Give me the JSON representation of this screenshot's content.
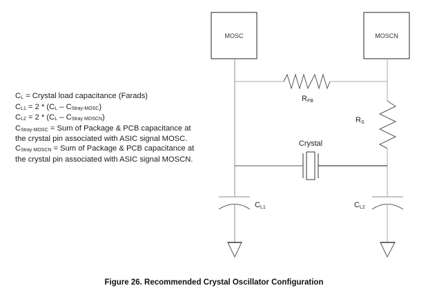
{
  "figure": {
    "caption": "Figure 26.  Recommended Crystal Oscillator Configuration"
  },
  "blocks": {
    "left": "MOSC",
    "right": "MOSCN"
  },
  "components": {
    "rfb": {
      "main": "R",
      "sub": "FB"
    },
    "rs": {
      "main": "R",
      "sub": "S"
    },
    "crystal": "Crystal",
    "cl1": {
      "main": "C",
      "sub": "L1"
    },
    "cl2": {
      "main": "C",
      "sub": "L2"
    }
  },
  "definitions": [
    {
      "parts": [
        {
          "t": "C"
        },
        {
          "s": "L"
        },
        {
          "t": " = Crystal load capacitance (Farads)"
        }
      ]
    },
    {
      "parts": [
        {
          "t": "C"
        },
        {
          "s": "L1"
        },
        {
          "t": " = 2 * (C"
        },
        {
          "s": "L"
        },
        {
          "t": " – C"
        },
        {
          "s": "Stray-MOSC"
        },
        {
          "t": ")"
        }
      ]
    },
    {
      "parts": [
        {
          "t": "C"
        },
        {
          "s": "L2"
        },
        {
          "t": " = 2 * (C"
        },
        {
          "s": "L"
        },
        {
          "t": " – C"
        },
        {
          "s": "Stray MOSCN"
        },
        {
          "t": ")"
        }
      ]
    },
    {
      "parts": [
        {
          "t": "C"
        },
        {
          "s": "Stray-MOSC"
        },
        {
          "t": " = Sum of Package & PCB capacitance at"
        }
      ]
    },
    {
      "parts": [
        {
          "t": "the crystal pin associated with ASIC signal MOSC."
        }
      ]
    },
    {
      "parts": [
        {
          "t": "C"
        },
        {
          "s": "Stray MOSCN"
        },
        {
          "t": " = Sum of Package & PCB capacitance at"
        }
      ]
    },
    {
      "parts": [
        {
          "t": "the crystal pin associated with ASIC signal MOSCN."
        }
      ]
    }
  ]
}
